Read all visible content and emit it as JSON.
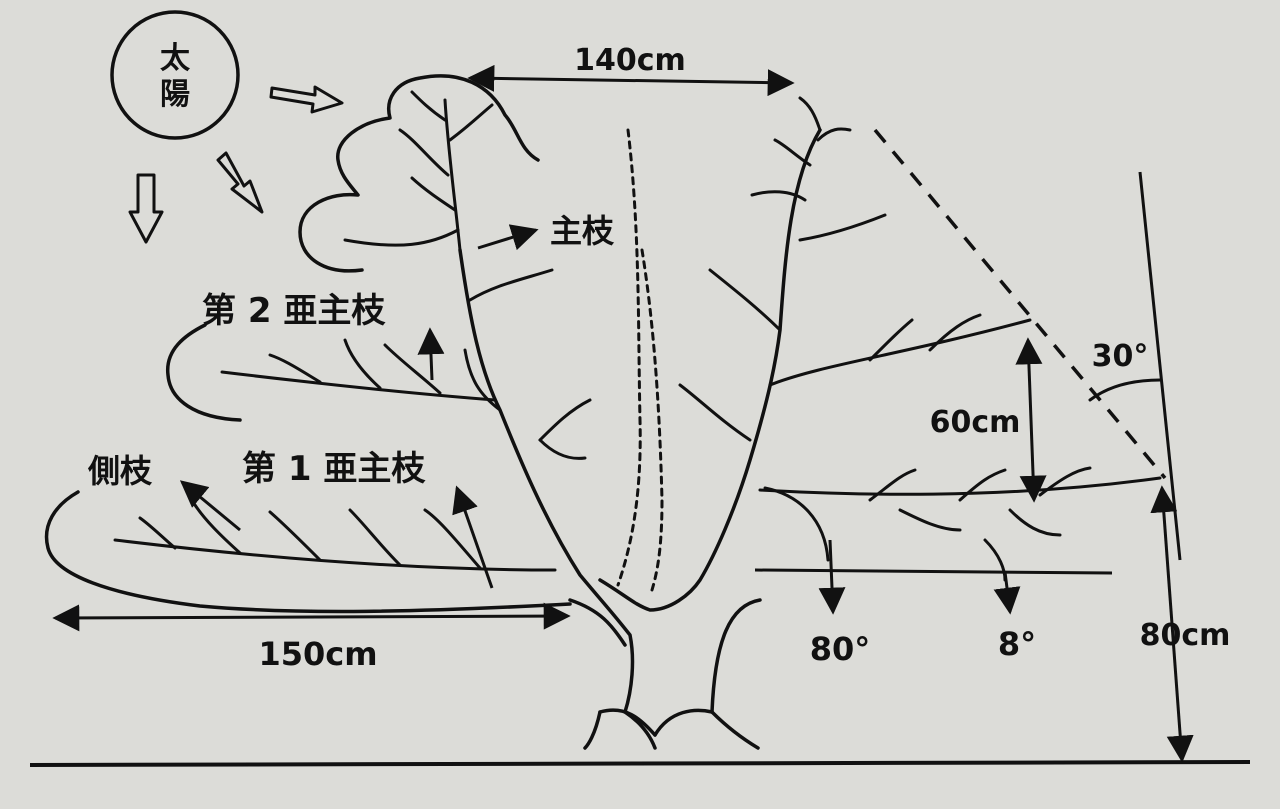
{
  "labels": {
    "sun_line1": "太",
    "sun_line2": "陽",
    "main_branch": "主枝",
    "second_sub_main_branch": "第 2 亜主枝",
    "first_sub_main_branch": "第 1 亜主枝",
    "side_branch": "側枝"
  },
  "measurements": {
    "crown_top_width": "140cm",
    "lower_branch_spread": "150cm",
    "branch_height": "80cm",
    "branch_spacing": "60cm",
    "crown_angle": "30°",
    "crotch_angle": "80°",
    "branch_droop_angle": "8°"
  },
  "colors": {
    "ink": "#111111",
    "paper": "#dcdcd8"
  }
}
